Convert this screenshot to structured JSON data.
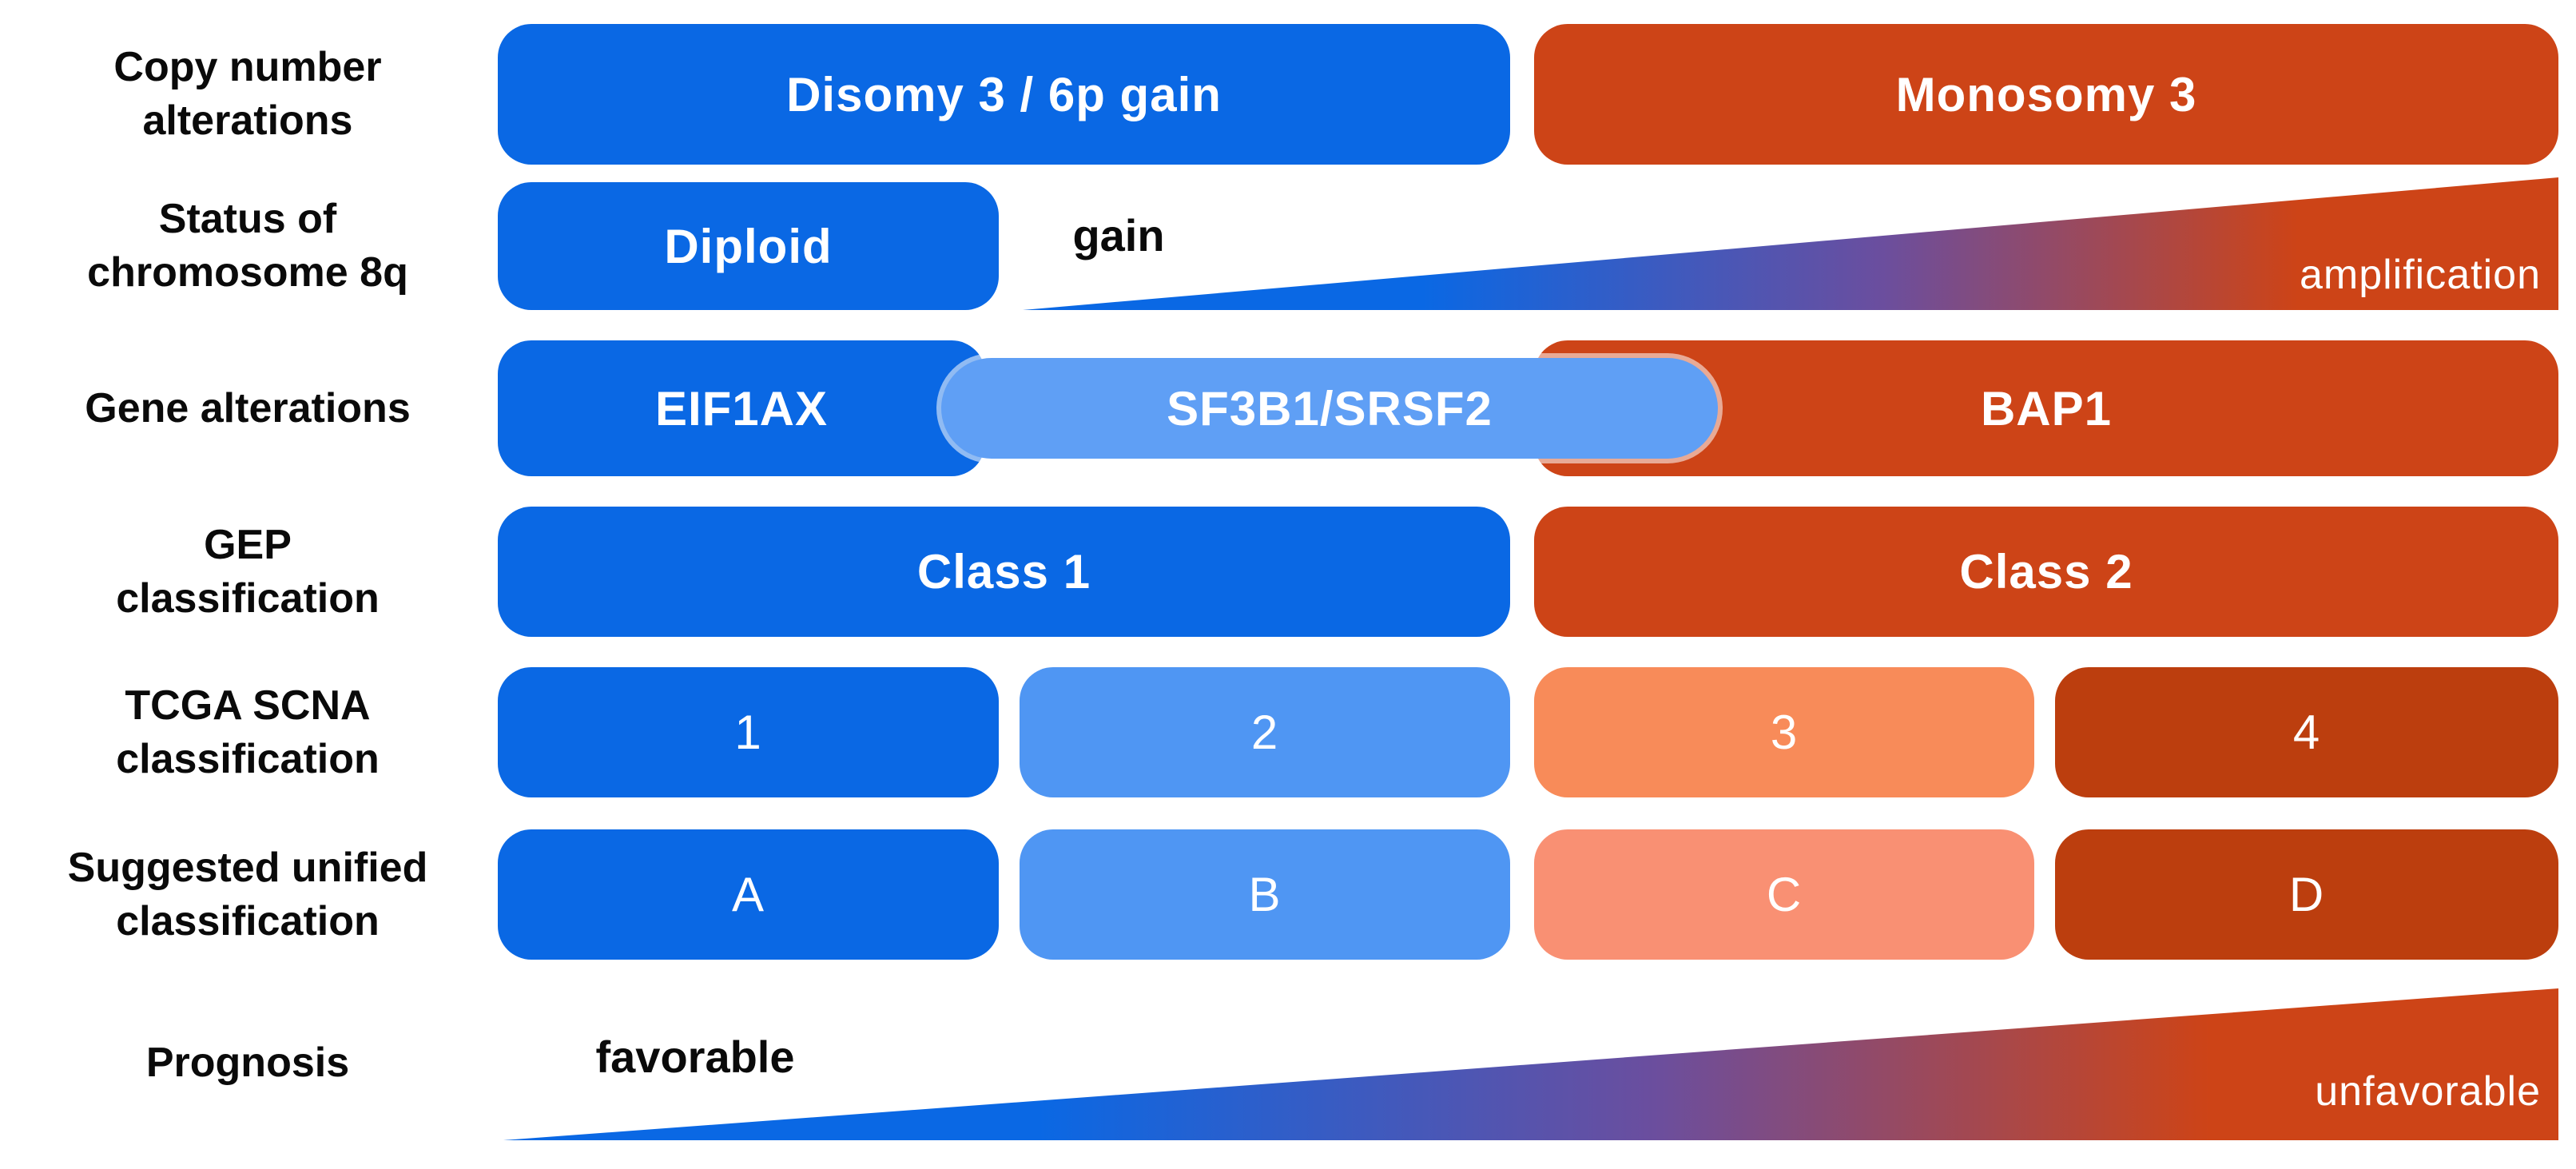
{
  "colors": {
    "blue": "#0a68e4",
    "light_blue": "#4f96f3",
    "lighter_blue": "#5f9ff5",
    "orange_red": "#cd4417",
    "dark_orange": "#bc3e0e",
    "salmon": "#f88b59",
    "salmon_light": "#f99073",
    "purple_mid": "#6b4e9e",
    "ink": "#0a0a0a",
    "white": "#ffffff"
  },
  "rows": {
    "copy_number": {
      "label_line1": "Copy number",
      "label_line2": "alterations",
      "pills": [
        "Disomy 3 / 6p gain",
        "Monosomy 3"
      ]
    },
    "chr8q": {
      "label_line1": "Status of",
      "label_line2": "chromosome 8q",
      "pill": "Diploid",
      "gain_label": "gain",
      "amplification_label": "amplification"
    },
    "genes": {
      "label_line1": "Gene alterations",
      "pills": [
        "EIF1AX",
        "SF3B1/SRSF2",
        "BAP1"
      ]
    },
    "gep": {
      "label_line1": "GEP",
      "label_line2": "classification",
      "pills": [
        "Class 1",
        "Class 2"
      ]
    },
    "tcga": {
      "label_line1": "TCGA SCNA",
      "label_line2": "classification",
      "pills": [
        "1",
        "2",
        "3",
        "4"
      ]
    },
    "unified": {
      "label_line1": "Suggested unified",
      "label_line2": "classification",
      "pills": [
        "A",
        "B",
        "C",
        "D"
      ]
    },
    "prognosis": {
      "label_line1": "Prognosis",
      "favorable_label": "favorable",
      "unfavorable_label": "unfavorable"
    }
  }
}
